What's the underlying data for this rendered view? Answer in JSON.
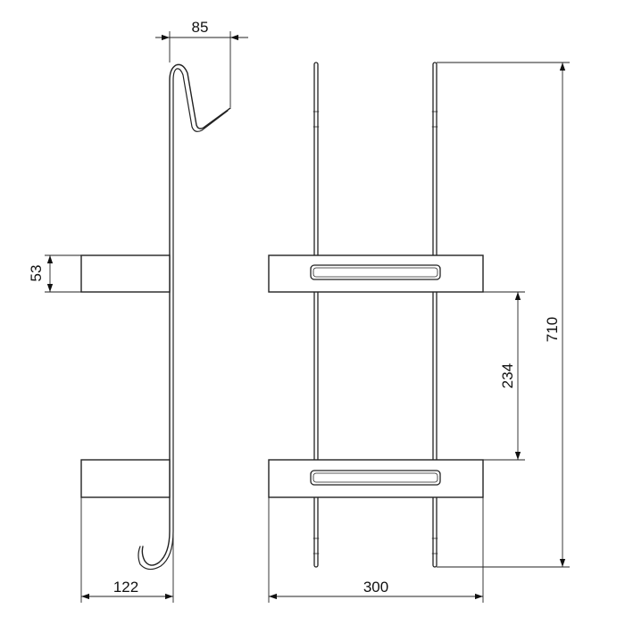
{
  "drawing": {
    "views": [
      "side-view",
      "front-view"
    ],
    "dimensions": {
      "hook_depth": "85",
      "shelf_height": "53",
      "shelf_depth": "122",
      "width": "300",
      "shelf_spacing": "234",
      "total_height": "710"
    },
    "units_shown": false
  }
}
